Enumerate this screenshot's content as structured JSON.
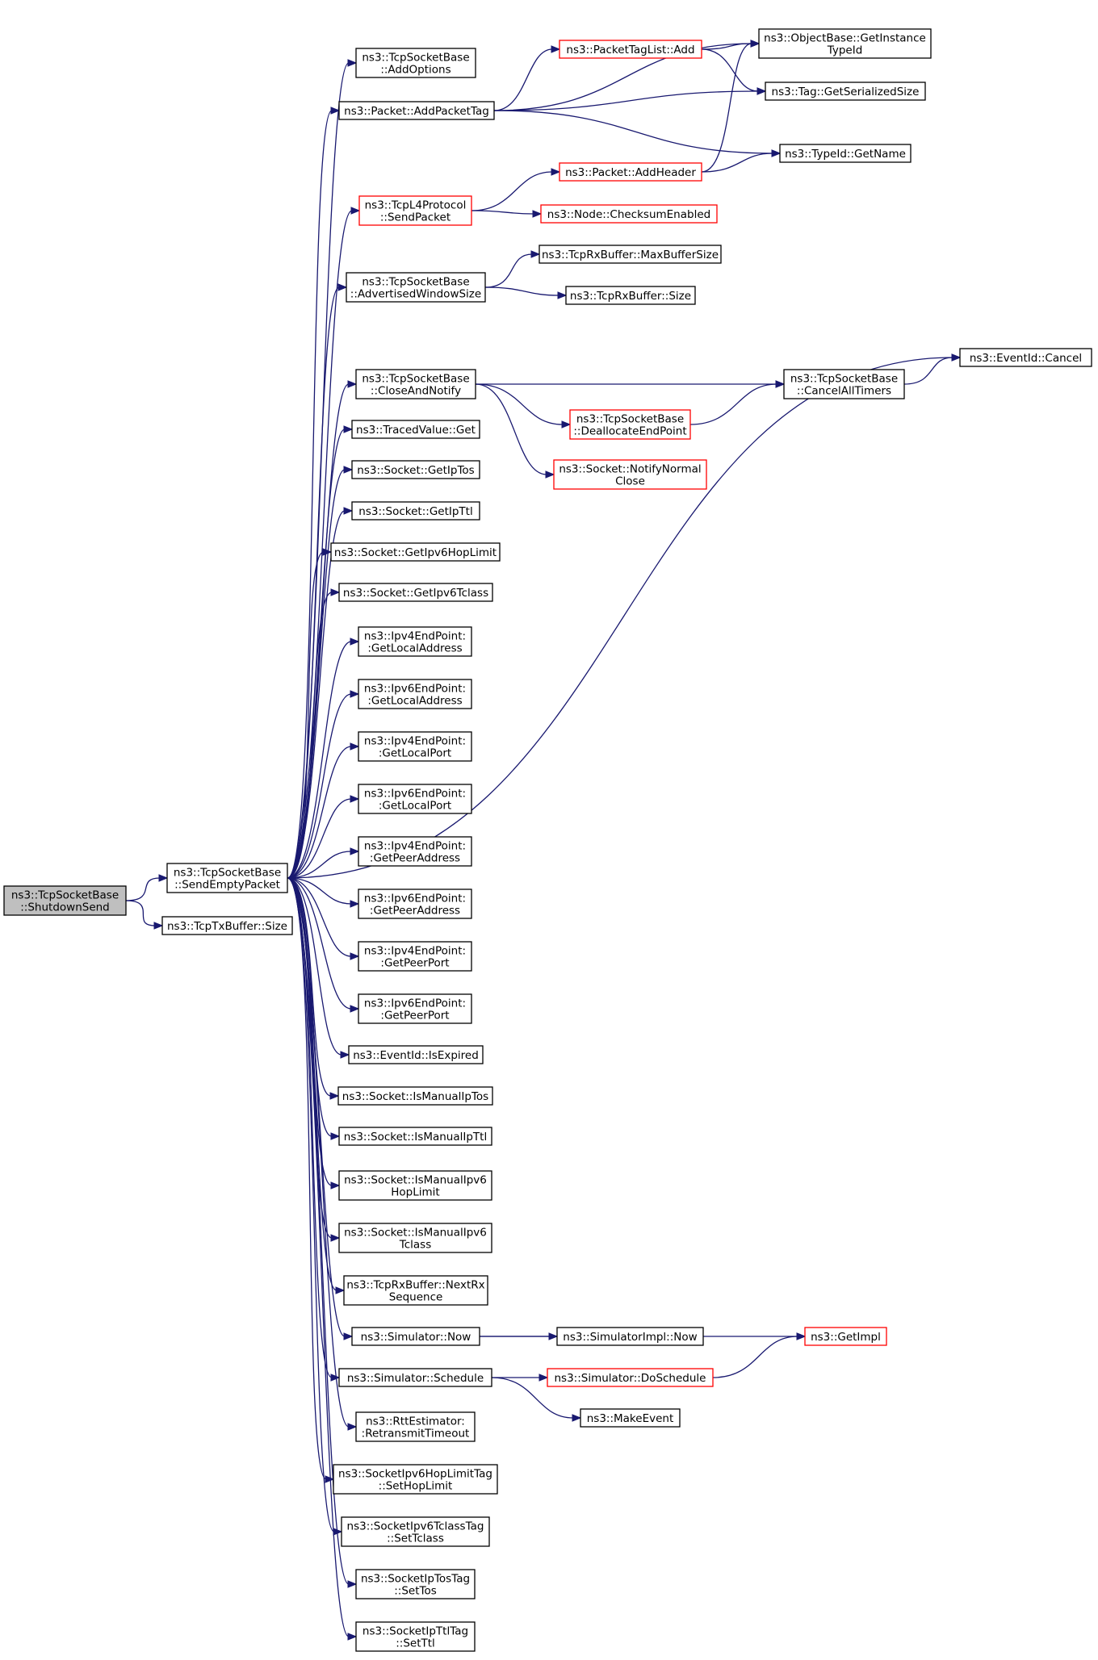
{
  "colors": {
    "edge": "#191970",
    "box_border": "#000000",
    "red_border": "#ff0000",
    "root_fill": "#bfbfbf",
    "box_fill": "#ffffff"
  },
  "nodes": [
    {
      "id": "root",
      "lines": [
        "ns3::TcpSocketBase",
        "::ShutdownSend"
      ],
      "style": "root"
    },
    {
      "id": "sendempty",
      "lines": [
        "ns3::TcpSocketBase",
        "::SendEmptyPacket"
      ],
      "style": "normal"
    },
    {
      "id": "txsize",
      "lines": [
        "ns3::TcpTxBuffer::Size"
      ],
      "style": "normal"
    },
    {
      "id": "addoptions",
      "lines": [
        "ns3::TcpSocketBase",
        "::AddOptions"
      ],
      "style": "normal"
    },
    {
      "id": "addpackettag",
      "lines": [
        "ns3::Packet::AddPacketTag"
      ],
      "style": "normal"
    },
    {
      "id": "sendpacket",
      "lines": [
        "ns3::TcpL4Protocol",
        "::SendPacket"
      ],
      "style": "red"
    },
    {
      "id": "advwin",
      "lines": [
        "ns3::TcpSocketBase",
        "::AdvertisedWindowSize"
      ],
      "style": "normal"
    },
    {
      "id": "closenotify",
      "lines": [
        "ns3::TcpSocketBase",
        "::CloseAndNotify"
      ],
      "style": "normal"
    },
    {
      "id": "tracedget",
      "lines": [
        "ns3::TracedValue::Get"
      ],
      "style": "normal"
    },
    {
      "id": "getiptos",
      "lines": [
        "ns3::Socket::GetIpTos"
      ],
      "style": "normal"
    },
    {
      "id": "getipttl",
      "lines": [
        "ns3::Socket::GetIpTtl"
      ],
      "style": "normal"
    },
    {
      "id": "getipv6hop",
      "lines": [
        "ns3::Socket::GetIpv6HopLimit"
      ],
      "style": "normal"
    },
    {
      "id": "getipv6tc",
      "lines": [
        "ns3::Socket::GetIpv6Tclass"
      ],
      "style": "normal"
    },
    {
      "id": "ip4localaddr",
      "lines": [
        "ns3::Ipv4EndPoint:",
        ":GetLocalAddress"
      ],
      "style": "normal"
    },
    {
      "id": "ip6localaddr",
      "lines": [
        "ns3::Ipv6EndPoint:",
        ":GetLocalAddress"
      ],
      "style": "normal"
    },
    {
      "id": "ip4localport",
      "lines": [
        "ns3::Ipv4EndPoint:",
        ":GetLocalPort"
      ],
      "style": "normal"
    },
    {
      "id": "ip6localport",
      "lines": [
        "ns3::Ipv6EndPoint:",
        ":GetLocalPort"
      ],
      "style": "normal"
    },
    {
      "id": "ip4peeraddr",
      "lines": [
        "ns3::Ipv4EndPoint:",
        ":GetPeerAddress"
      ],
      "style": "normal"
    },
    {
      "id": "ip6peeraddr",
      "lines": [
        "ns3::Ipv6EndPoint:",
        ":GetPeerAddress"
      ],
      "style": "normal"
    },
    {
      "id": "ip4peerport",
      "lines": [
        "ns3::Ipv4EndPoint:",
        ":GetPeerPort"
      ],
      "style": "normal"
    },
    {
      "id": "ip6peerport",
      "lines": [
        "ns3::Ipv6EndPoint:",
        ":GetPeerPort"
      ],
      "style": "normal"
    },
    {
      "id": "isexpired",
      "lines": [
        "ns3::EventId::IsExpired"
      ],
      "style": "normal"
    },
    {
      "id": "ismaniptos",
      "lines": [
        "ns3::Socket::IsManualIpTos"
      ],
      "style": "normal"
    },
    {
      "id": "ismanipttl",
      "lines": [
        "ns3::Socket::IsManualIpTtl"
      ],
      "style": "normal"
    },
    {
      "id": "ismanv6hop",
      "lines": [
        "ns3::Socket::IsManualIpv6",
        "HopLimit"
      ],
      "style": "normal"
    },
    {
      "id": "ismanv6tc",
      "lines": [
        "ns3::Socket::IsManualIpv6",
        "Tclass"
      ],
      "style": "normal"
    },
    {
      "id": "nextrx",
      "lines": [
        "ns3::TcpRxBuffer::NextRx",
        "Sequence"
      ],
      "style": "normal"
    },
    {
      "id": "simnow",
      "lines": [
        "ns3::Simulator::Now"
      ],
      "style": "normal"
    },
    {
      "id": "simschedule",
      "lines": [
        "ns3::Simulator::Schedule"
      ],
      "style": "normal"
    },
    {
      "id": "rtttimeout",
      "lines": [
        "ns3::RttEstimator:",
        ":RetransmitTimeout"
      ],
      "style": "normal"
    },
    {
      "id": "sethoplimit",
      "lines": [
        "ns3::SocketIpv6HopLimitTag",
        "::SetHopLimit"
      ],
      "style": "normal"
    },
    {
      "id": "settclass",
      "lines": [
        "ns3::SocketIpv6TclassTag",
        "::SetTclass"
      ],
      "style": "normal"
    },
    {
      "id": "settos",
      "lines": [
        "ns3::SocketIpTosTag",
        "::SetTos"
      ],
      "style": "normal"
    },
    {
      "id": "setttl",
      "lines": [
        "ns3::SocketIpTtlTag",
        "::SetTtl"
      ],
      "style": "normal"
    },
    {
      "id": "ptladd",
      "lines": [
        "ns3::PacketTagList::Add"
      ],
      "style": "red"
    },
    {
      "id": "objgetinst",
      "lines": [
        "ns3::ObjectBase::GetInstance",
        "TypeId"
      ],
      "style": "normal"
    },
    {
      "id": "taggetser",
      "lines": [
        "ns3::Tag::GetSerializedSize"
      ],
      "style": "normal"
    },
    {
      "id": "typeidname",
      "lines": [
        "ns3::TypeId::GetName"
      ],
      "style": "normal"
    },
    {
      "id": "addheader",
      "lines": [
        "ns3::Packet::AddHeader"
      ],
      "style": "red"
    },
    {
      "id": "checksum",
      "lines": [
        "ns3::Node::ChecksumEnabled"
      ],
      "style": "red"
    },
    {
      "id": "maxbuf",
      "lines": [
        "ns3::TcpRxBuffer::MaxBufferSize"
      ],
      "style": "normal"
    },
    {
      "id": "rxsize",
      "lines": [
        "ns3::TcpRxBuffer::Size"
      ],
      "style": "normal"
    },
    {
      "id": "eventcancel",
      "lines": [
        "ns3::EventId::Cancel"
      ],
      "style": "normal"
    },
    {
      "id": "cancelall",
      "lines": [
        "ns3::TcpSocketBase",
        "::CancelAllTimers"
      ],
      "style": "normal"
    },
    {
      "id": "dealloc",
      "lines": [
        "ns3::TcpSocketBase",
        "::DeallocateEndPoint"
      ],
      "style": "red"
    },
    {
      "id": "notifyclose",
      "lines": [
        "ns3::Socket::NotifyNormal",
        "Close"
      ],
      "style": "red"
    },
    {
      "id": "getimpl",
      "lines": [
        "ns3::GetImpl"
      ],
      "style": "red"
    },
    {
      "id": "simimplnow",
      "lines": [
        "ns3::SimulatorImpl::Now"
      ],
      "style": "normal"
    },
    {
      "id": "doschedule",
      "lines": [
        "ns3::Simulator::DoSchedule"
      ],
      "style": "red"
    },
    {
      "id": "makeevent",
      "lines": [
        "ns3::MakeEvent"
      ],
      "style": "normal"
    }
  ],
  "edges": [
    [
      "root",
      "sendempty"
    ],
    [
      "root",
      "txsize"
    ],
    [
      "sendempty",
      "addoptions"
    ],
    [
      "sendempty",
      "addpackettag"
    ],
    [
      "sendempty",
      "sendpacket"
    ],
    [
      "sendempty",
      "advwin"
    ],
    [
      "sendempty",
      "eventcancel"
    ],
    [
      "sendempty",
      "closenotify"
    ],
    [
      "sendempty",
      "tracedget"
    ],
    [
      "sendempty",
      "getiptos"
    ],
    [
      "sendempty",
      "getipttl"
    ],
    [
      "sendempty",
      "getipv6hop"
    ],
    [
      "sendempty",
      "getipv6tc"
    ],
    [
      "sendempty",
      "ip4localaddr"
    ],
    [
      "sendempty",
      "ip6localaddr"
    ],
    [
      "sendempty",
      "ip4localport"
    ],
    [
      "sendempty",
      "ip6localport"
    ],
    [
      "sendempty",
      "ip4peeraddr"
    ],
    [
      "sendempty",
      "ip6peeraddr"
    ],
    [
      "sendempty",
      "ip4peerport"
    ],
    [
      "sendempty",
      "ip6peerport"
    ],
    [
      "sendempty",
      "isexpired"
    ],
    [
      "sendempty",
      "ismaniptos"
    ],
    [
      "sendempty",
      "ismanipttl"
    ],
    [
      "sendempty",
      "ismanv6hop"
    ],
    [
      "sendempty",
      "ismanv6tc"
    ],
    [
      "sendempty",
      "nextrx"
    ],
    [
      "sendempty",
      "simnow"
    ],
    [
      "sendempty",
      "simschedule"
    ],
    [
      "sendempty",
      "rtttimeout"
    ],
    [
      "sendempty",
      "sethoplimit"
    ],
    [
      "sendempty",
      "settclass"
    ],
    [
      "sendempty",
      "settos"
    ],
    [
      "sendempty",
      "setttl"
    ],
    [
      "addpackettag",
      "ptladd"
    ],
    [
      "addpackettag",
      "objgetinst"
    ],
    [
      "addpackettag",
      "taggetser"
    ],
    [
      "addpackettag",
      "typeidname"
    ],
    [
      "ptladd",
      "objgetinst"
    ],
    [
      "ptladd",
      "taggetser"
    ],
    [
      "sendpacket",
      "addheader"
    ],
    [
      "sendpacket",
      "checksum"
    ],
    [
      "addheader",
      "objgetinst"
    ],
    [
      "addheader",
      "typeidname"
    ],
    [
      "advwin",
      "maxbuf"
    ],
    [
      "advwin",
      "rxsize"
    ],
    [
      "closenotify",
      "cancelall"
    ],
    [
      "closenotify",
      "dealloc"
    ],
    [
      "closenotify",
      "notifyclose"
    ],
    [
      "dealloc",
      "cancelall"
    ],
    [
      "cancelall",
      "eventcancel"
    ],
    [
      "simnow",
      "getimpl"
    ],
    [
      "simnow",
      "simimplnow"
    ],
    [
      "simschedule",
      "doschedule"
    ],
    [
      "simschedule",
      "makeevent"
    ],
    [
      "doschedule",
      "getimpl"
    ]
  ]
}
